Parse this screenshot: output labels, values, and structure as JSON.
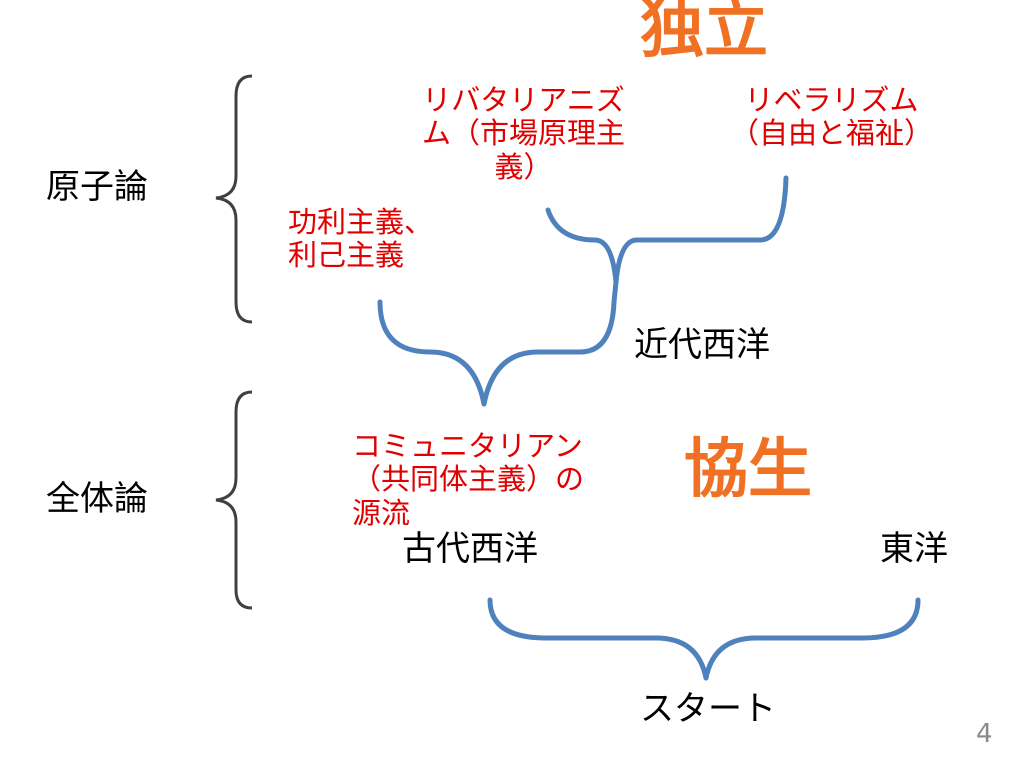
{
  "labels": {
    "genshiron": "原子論",
    "zentairon": "全体論",
    "kindai_seiyo": "近代西洋",
    "kodai_seiyo": "古代西洋",
    "toyo": "東洋",
    "start": "スタート"
  },
  "keywords": {
    "dokuritsu": "独立",
    "kyosei": "協生"
  },
  "red_notes": {
    "libertarianism": [
      "リバタリアニズ",
      "ム（市場原理主",
      "義）"
    ],
    "liberalism": [
      "リベラリズム",
      "（自由と福祉）"
    ],
    "koriteki": [
      "功利主義、",
      "利己主義"
    ],
    "communitarian": [
      "コミュニタリアン",
      "（共同体主義）の",
      "源流"
    ]
  },
  "page_number": "4",
  "colors": {
    "curly_brace": "#4f81bd",
    "square_brace": "#404040",
    "red_text": "#e00000",
    "orange_text": "#f07024"
  }
}
